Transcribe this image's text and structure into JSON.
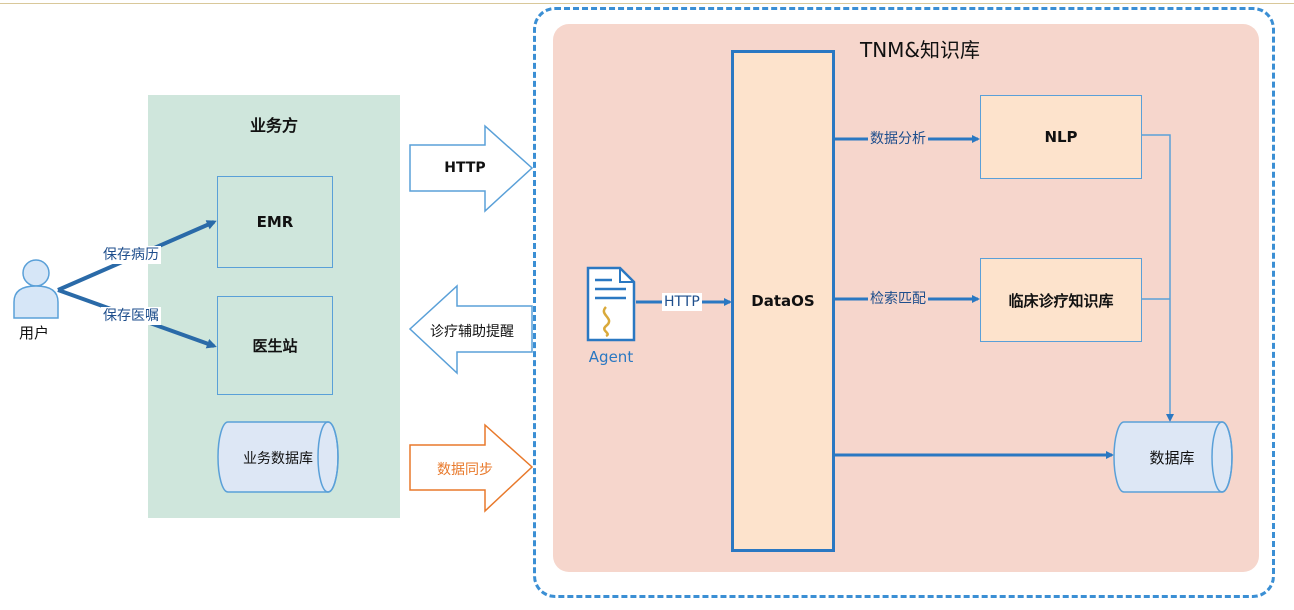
{
  "title": "TNM&知识库",
  "business": {
    "title": "业务方",
    "emr": "EMR",
    "doctor_station": "医生站",
    "database": "业务数据库"
  },
  "user": {
    "label": "用户",
    "edge_save_record": "保存病历",
    "edge_save_order": "保存医嘱"
  },
  "interfaces": {
    "http": "HTTP",
    "assist_reminder": "诊疗辅助提醒",
    "data_sync": "数据同步"
  },
  "system": {
    "agent": "Agent",
    "agent_edge": "HTTP",
    "dataos": "DataOS",
    "edge_data_analysis": "数据分析",
    "edge_search_match": "检索匹配",
    "nlp": "NLP",
    "clinical_kb": "临床诊疗知识库",
    "database": "数据库"
  },
  "colors": {
    "blue_accent": "#2a78c2",
    "orange_accent": "#e8792b",
    "green_panel": "#cfe6dc",
    "pink_panel": "#f6d6cc"
  }
}
